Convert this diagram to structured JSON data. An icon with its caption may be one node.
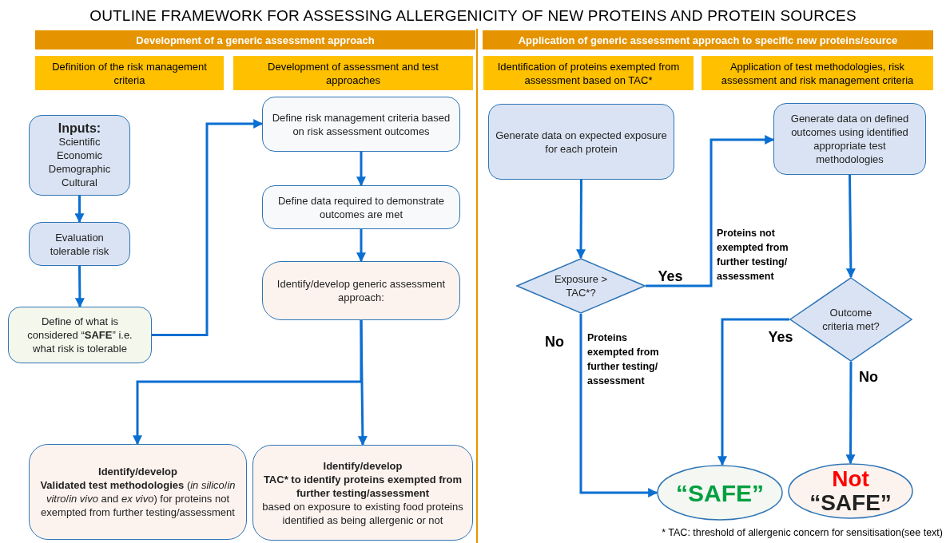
{
  "diagram": {
    "title": "OUTLINE FRAMEWORK FOR ASSESSING ALLERGENICITY OF NEW PROTEINS AND PROTEIN SOURCES",
    "nodes": [
      {
        "text": [
          "Development of a generic assessment approach"
        ]
      },
      {
        "text": [
          "Application of generic assessment approach to specific new proteins/source"
        ]
      },
      {
        "text": [
          "Definition of the risk management criteria"
        ]
      },
      {
        "text": [
          "Development of assessment and test approaches"
        ]
      },
      {
        "text": [
          "Identification of proteins exempted from assessment based on TAC*"
        ]
      },
      {
        "text": [
          "Application of test methodologies, risk assessment and risk management criteria"
        ]
      },
      {
        "text": [
          "Inputs:",
          "Scientific Economic Demographic Cultural"
        ]
      },
      {
        "text": [
          "Evaluation tolerable risk"
        ]
      },
      {
        "text": [
          "Define of what is considered “**SAFE**” i.e. what risk is tolerable"
        ]
      },
      {
        "text": [
          "Define risk management criteria based on risk assessment outcomes"
        ]
      },
      {
        "text": [
          "Define data required to demonstrate outcomes are met"
        ]
      },
      {
        "text": [
          "Identify/develop generic assessment approach:"
        ]
      },
      {
        "text": [
          "Identify/develop",
          "**Validated test methodologies** (*in silico*/*in vitro*/*in vivo* and *ex vivo*) for proteins not exempted from further testing/assessment"
        ]
      },
      {
        "text": [
          "Identify/develop",
          "TAC* to identify proteins exempted from further testing/assessment",
          "based on exposure to existing food proteins identified as being allergenic or not"
        ]
      },
      {
        "text": [
          "Generate data on expected exposure for each protein"
        ]
      },
      {
        "text": [
          "Exposure > TAC*?"
        ]
      },
      {
        "text": [
          "Generate data on defined outcomes using identified appropriate test methodologies"
        ]
      },
      {
        "text": [
          "Outcome criteria met?"
        ]
      },
      {
        "text": [
          "“SAFE”"
        ]
      },
      {
        "text": [
          "Not",
          "“SAFE”"
        ]
      }
    ],
    "edges": [
      {
        "from": 6,
        "to": 7,
        "arrow": "to"
      },
      {
        "from": 7,
        "to": 8,
        "arrow": "to"
      },
      {
        "from": 8,
        "to": 9,
        "arrow": "to"
      },
      {
        "from": 9,
        "to": 10,
        "arrow": "to"
      },
      {
        "from": 10,
        "to": 11,
        "arrow": "to"
      },
      {
        "from": 11,
        "to": 12,
        "arrow": "to"
      },
      {
        "from": 11,
        "to": 13,
        "arrow": "to"
      },
      {
        "from": 14,
        "to": 15,
        "arrow": "to"
      },
      {
        "from": 15,
        "to": 16,
        "arrow": "to",
        "label": "Yes"
      },
      {
        "from": 15,
        "to": 18,
        "arrow": "to",
        "label": "No"
      },
      {
        "from": 16,
        "to": 17,
        "arrow": "to"
      },
      {
        "from": 17,
        "to": 18,
        "arrow": "to",
        "label": "Yes"
      },
      {
        "from": 17,
        "to": 19,
        "arrow": "to",
        "label": "No"
      }
    ],
    "labels": [
      "Proteins not exempted from further testing/ assessment",
      "Proteins exempted from further testing/ assessment",
      "* TAC: threshold of allergenic concern for sensitisation(see text)"
    ]
  }
}
